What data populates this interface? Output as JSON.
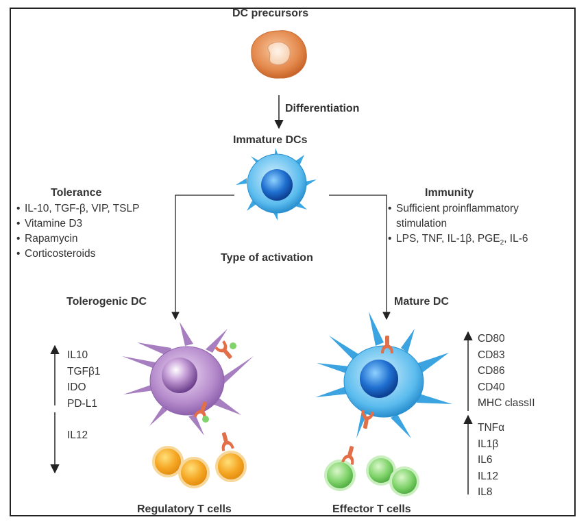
{
  "labels": {
    "dc_precursors": "DC precursors",
    "differentiation": "Differentiation",
    "immature_dcs": "Immature DCs",
    "tolerance": "Tolerance",
    "immunity": "Immunity",
    "type_of_activation": "Type of activation",
    "tolerogenic_dc": "Tolerogenic DC",
    "mature_dc": "Mature DC",
    "regulatory_t_cells": "Regulatory T cells",
    "effector_t_cells": "Effector T cells"
  },
  "tolerance_items": [
    "IL-10, TGF-β, VIP, TSLP",
    "Vitamine D3",
    "Rapamycin",
    "Corticosteroids"
  ],
  "immunity_items": {
    "line1": "Sufficient proinflammatory",
    "line2": "stimulation",
    "line3_pre": "LPS, TNF, IL-1β, PGE",
    "line3_sub": "2",
    "line3_post": ", IL-6"
  },
  "tolerogenic_up": [
    "IL10",
    "TGFβ1",
    "IDO",
    "PD-L1"
  ],
  "tolerogenic_down": [
    "IL12"
  ],
  "mature_markers": [
    "CD80",
    "CD83",
    "CD86",
    "CD40",
    "MHC classII"
  ],
  "mature_cytokines": [
    "TNFα",
    "IL1β",
    "IL6",
    "IL12",
    "IL8"
  ],
  "colors": {
    "precursor": "#e0864a",
    "immature": "#3aa7e3",
    "tolerogenic": "#a77fc0",
    "mature": "#3aa3e0",
    "regulatory_t": "#f2a320",
    "effector_t": "#7dd06b",
    "receptor": "#e0704a"
  }
}
